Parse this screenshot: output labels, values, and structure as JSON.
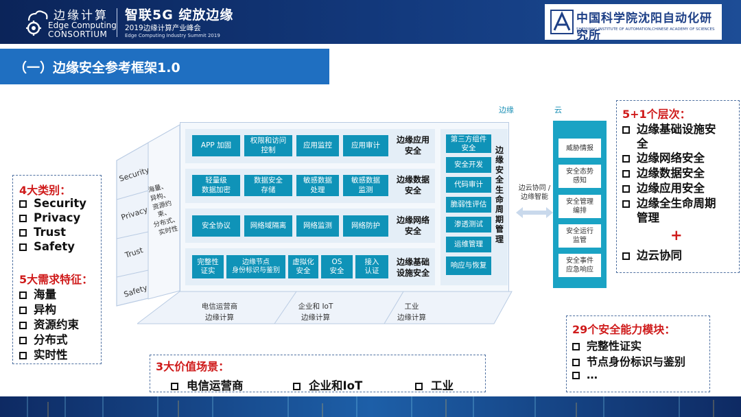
{
  "header": {
    "brand_name": "边缘计算",
    "brand_en_line1": "Edge Computing",
    "brand_en_line2": "CONSORTIUM",
    "summit_title": "智联5G  绽放边缘",
    "summit_subtitle": "2019边缘计算产业峰会",
    "summit_en": "Edge Computing Industry Summit 2019",
    "partner_name": "中国科学院沈阳自动化研究所",
    "partner_en": "SHENYANG INSTITUTE OF AUTOMATION,CHINESE ACADEMY OF SCIENCES"
  },
  "section": {
    "title": "（一）边缘安全参考框架1.0"
  },
  "left_box": {
    "categories_heading": "4大类别：",
    "categories": [
      "Security",
      "Privacy",
      "Trust",
      "Safety"
    ],
    "features_heading": "5大需求特征：",
    "features": [
      "海量",
      "异构",
      "资源约束",
      "分布式",
      "实时性"
    ]
  },
  "right_box": {
    "heading": "5+1个层次：",
    "layers": [
      "边缘基础设施安",
      "全",
      "边缘网络安全",
      "边缘数据安全",
      "边缘应用安全",
      "边缘全生命周期",
      "管理"
    ],
    "plus": "+",
    "extra": "边云协同"
  },
  "modules_box": {
    "heading": "29个安全能力模块：",
    "items": [
      "完整性证实",
      "节点身份标识与鉴别",
      "…"
    ]
  },
  "value_box": {
    "heading": "3大价值场景：",
    "items": [
      "电信运营商",
      "企业和IoT",
      "工业"
    ]
  },
  "framework": {
    "edge_label": "边缘",
    "cloud_label": "云",
    "side_labels": [
      "Security",
      "Privacy",
      "Trust",
      "Safety"
    ],
    "requirements_vertical": [
      "海量、",
      "异构、",
      "资源约束、",
      "分布式、",
      "实时性"
    ],
    "rows": [
      {
        "cells": [
          "APP 加固",
          "权限和访问\n控制",
          "应用监控",
          "应用审计"
        ],
        "label": "边缘应用\n安全"
      },
      {
        "cells": [
          "轻量级\n数据加密",
          "数据安全\n存储",
          "敏感数据\n处理",
          "敏感数据\n监测"
        ],
        "label": "边缘数据\n安全"
      },
      {
        "cells": [
          "安全协议",
          "网络域隔离",
          "网络监测",
          "网络防护"
        ],
        "label": "边缘网络\n安全"
      },
      {
        "cells": [
          "完整性\n证实",
          "边缘节点\n身份标识与鉴别",
          "虚拟化\n安全",
          "OS\n安全",
          "接入\n认证"
        ],
        "label": "边缘基础\n设施安全"
      }
    ],
    "lifecycle_cells": [
      "第三方组件\n安全",
      "安全开发",
      "代码审计",
      "脆弱性评估",
      "渗透测试",
      "运维管理",
      "响应与恢复"
    ],
    "lifecycle_label": "边缘安全生命周期管理",
    "collab_label": "边云协同 /\n边缘智能",
    "cloud_cells": [
      "威胁情报",
      "安全态势\n感知",
      "安全管理\n编排",
      "安全运行\n监管",
      "安全事件\n应急响应"
    ],
    "base_labels": [
      "电信运营商\n边缘计算",
      "企业和 IoT\n边缘计算",
      "工业\n边缘计算"
    ]
  },
  "colors": {
    "header_bg": "#0b2459",
    "section_bar": "#1f6fc1",
    "cell_teal": "#0f93b8",
    "heading_red": "#cf1b1b",
    "cloud_bg": "#1aa3c4"
  }
}
